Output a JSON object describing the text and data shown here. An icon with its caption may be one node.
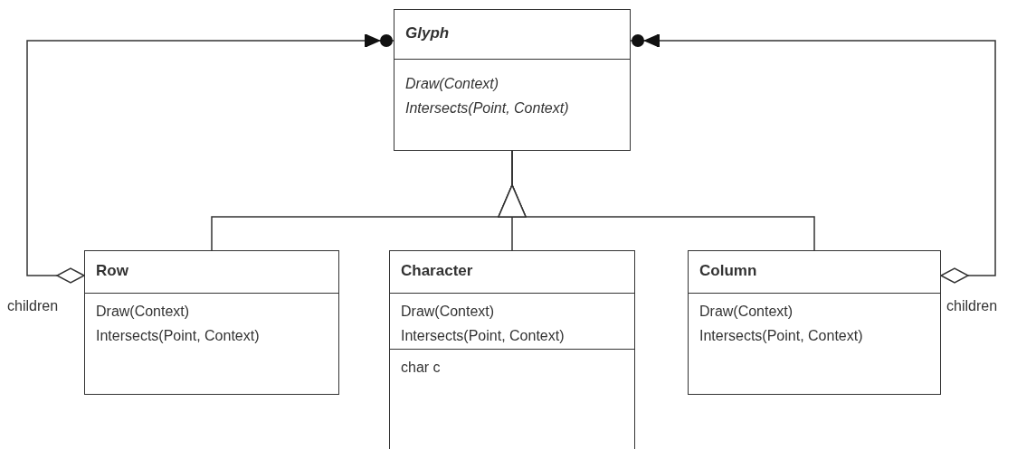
{
  "diagram": {
    "nodes": [
      {
        "text": [
          "Glyph",
          "Draw(Context)",
          "Intersects(Point, Context)"
        ]
      },
      {
        "text": [
          "Row",
          "Draw(Context)",
          "Intersects(Point, Context)"
        ]
      },
      {
        "text": [
          "Character",
          "Draw(Context)",
          "Intersects(Point, Context)",
          "char c"
        ]
      },
      {
        "text": [
          "Column",
          "Draw(Context)",
          "Intersects(Point, Context)"
        ]
      }
    ],
    "edges": [
      {
        "from": 1,
        "to": 0,
        "arrow": "to"
      },
      {
        "from": 2,
        "to": 0,
        "arrow": "to"
      },
      {
        "from": 3,
        "to": 0,
        "arrow": "to"
      },
      {
        "from": 1,
        "to": 0,
        "arrow": "other",
        "label": "children"
      },
      {
        "from": 3,
        "to": 0,
        "arrow": "other",
        "label": "children"
      }
    ]
  }
}
